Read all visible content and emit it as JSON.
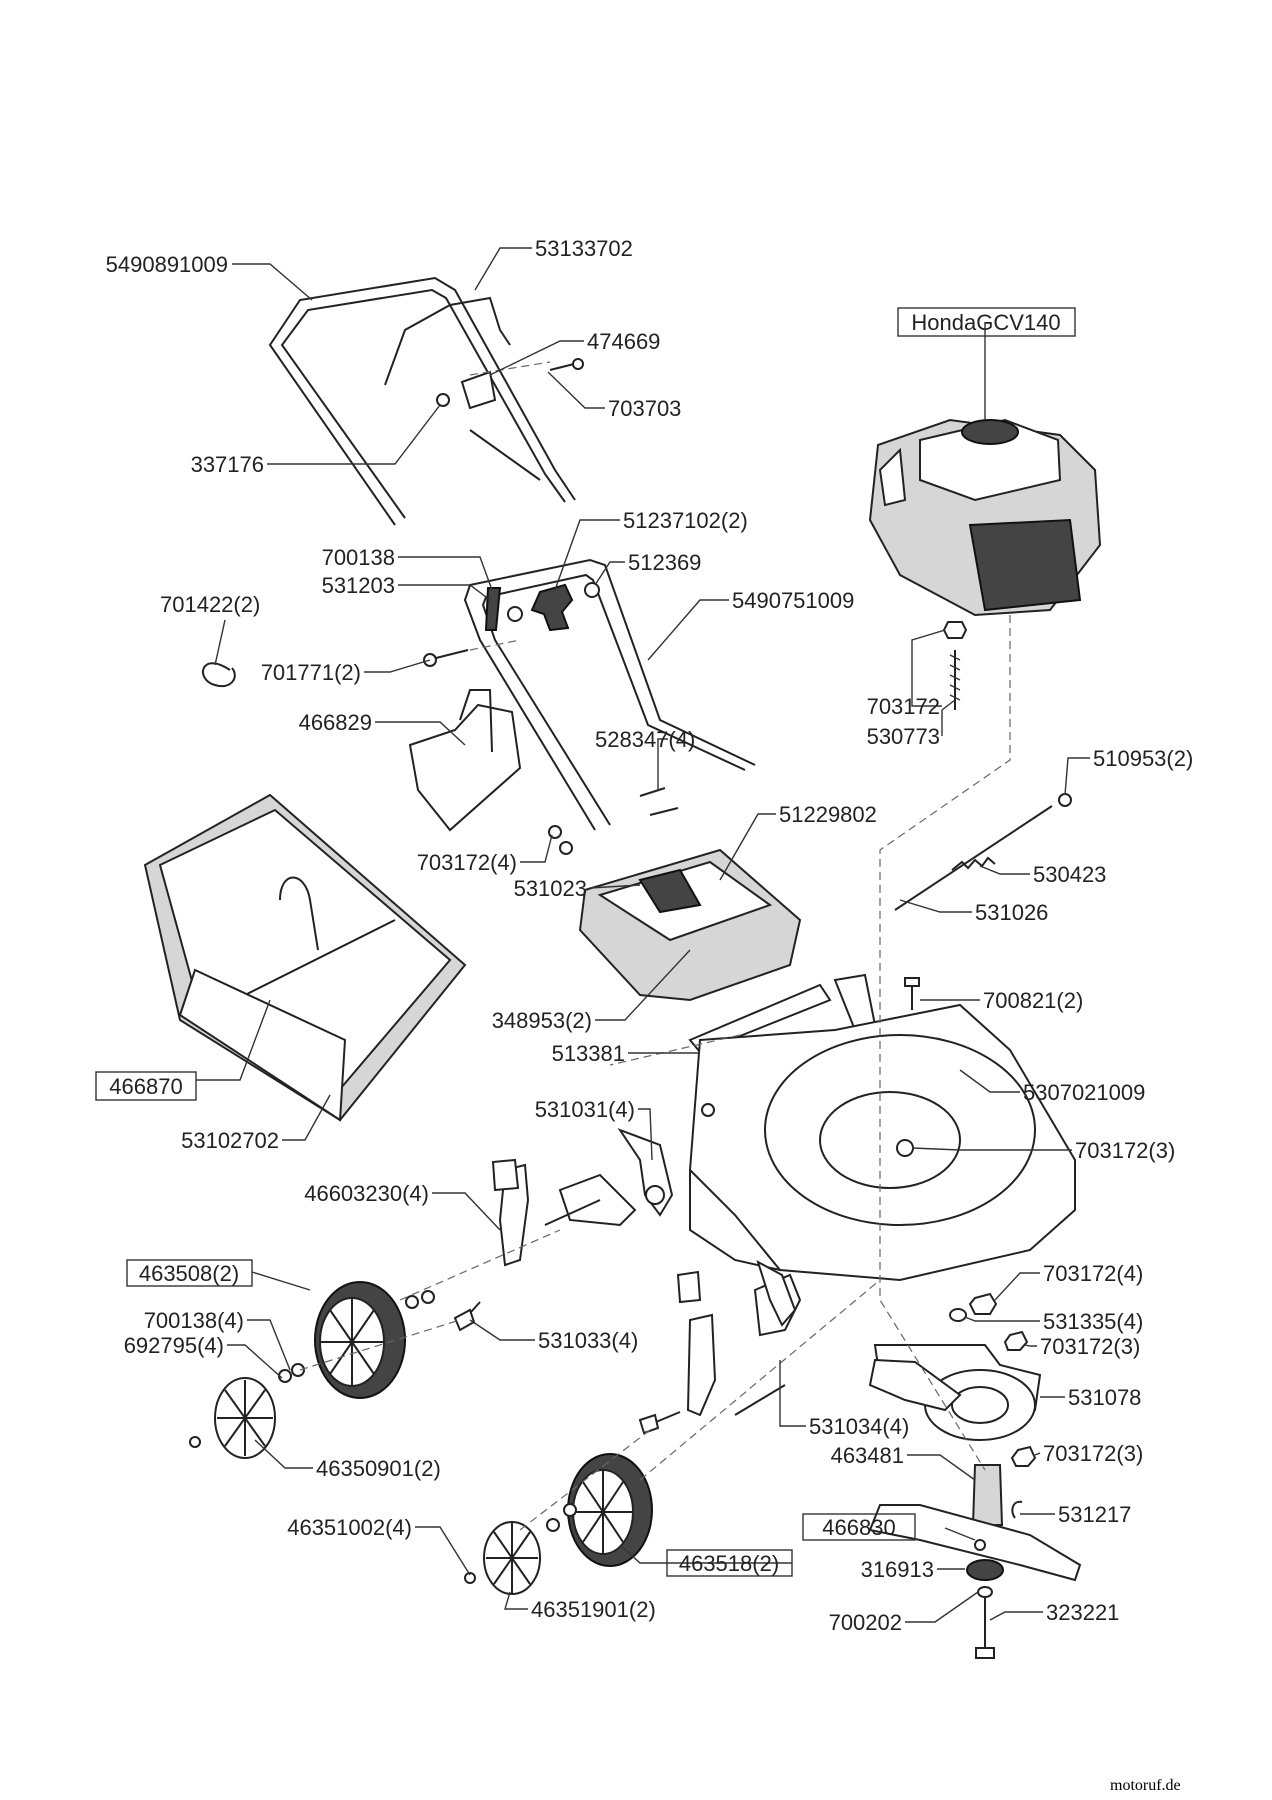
{
  "labels": {
    "handle_upper": "5490891009",
    "cable": "53133702",
    "lever": "474669",
    "screw_703703": "703703",
    "nut_337176": "337176",
    "engine": "HondaGCV140",
    "knob": "51237102(2)",
    "nut_700138": "700138",
    "bolt_531203": "531203",
    "washer_512369": "512369",
    "handle_lower": "5490751009",
    "clip_701422": "701422(2)",
    "screw_701771": "701771(2)",
    "nut_703172": "703172",
    "stud_530773": "530773",
    "guide_466829": "466829",
    "bolt_528347": "528347(4)",
    "nut_510953": "510953(2)",
    "cover_51229802": "51229802",
    "nut_703172_4a": "703172(4)",
    "part_531023": "531023",
    "spring_530423": "530423",
    "rod_531026": "531026",
    "screw_348953": "348953(2)",
    "bolt_700821": "700821(2)",
    "flap_513381": "513381",
    "deck": "5307021009",
    "catcher_466870": "466870",
    "bracket_531031": "531031(4)",
    "nut_703172_3a": "703172(3)",
    "frame_53102702": "53102702",
    "cover_46603230": "46603230(4)",
    "wheel_463508": "463508(2)",
    "nut_703172_4b": "703172(4)",
    "washer_531335": "531335(4)",
    "nut_700138_4": "700138(4)",
    "washer_692795": "692795(4)",
    "bolt_531033": "531033(4)",
    "nut_703172_3b": "703172(3)",
    "plate_531078": "531078",
    "axle_531034": "531034(4)",
    "hubcap_46350901": "46350901(2)",
    "hub_463481": "463481",
    "nut_703172_3c": "703172(3)",
    "key_531217": "531217",
    "cap_46351002": "46351002(4)",
    "blade_466830": "466830",
    "wheel_463518": "463518(2)",
    "washer_316913": "316913",
    "hubcap_46351901": "46351901(2)",
    "washer_700202": "700202",
    "bolt_323221": "323221"
  },
  "watermark": {
    "brand_a": "moto",
    "brand_b": "ruf",
    "suffix": ".de"
  }
}
